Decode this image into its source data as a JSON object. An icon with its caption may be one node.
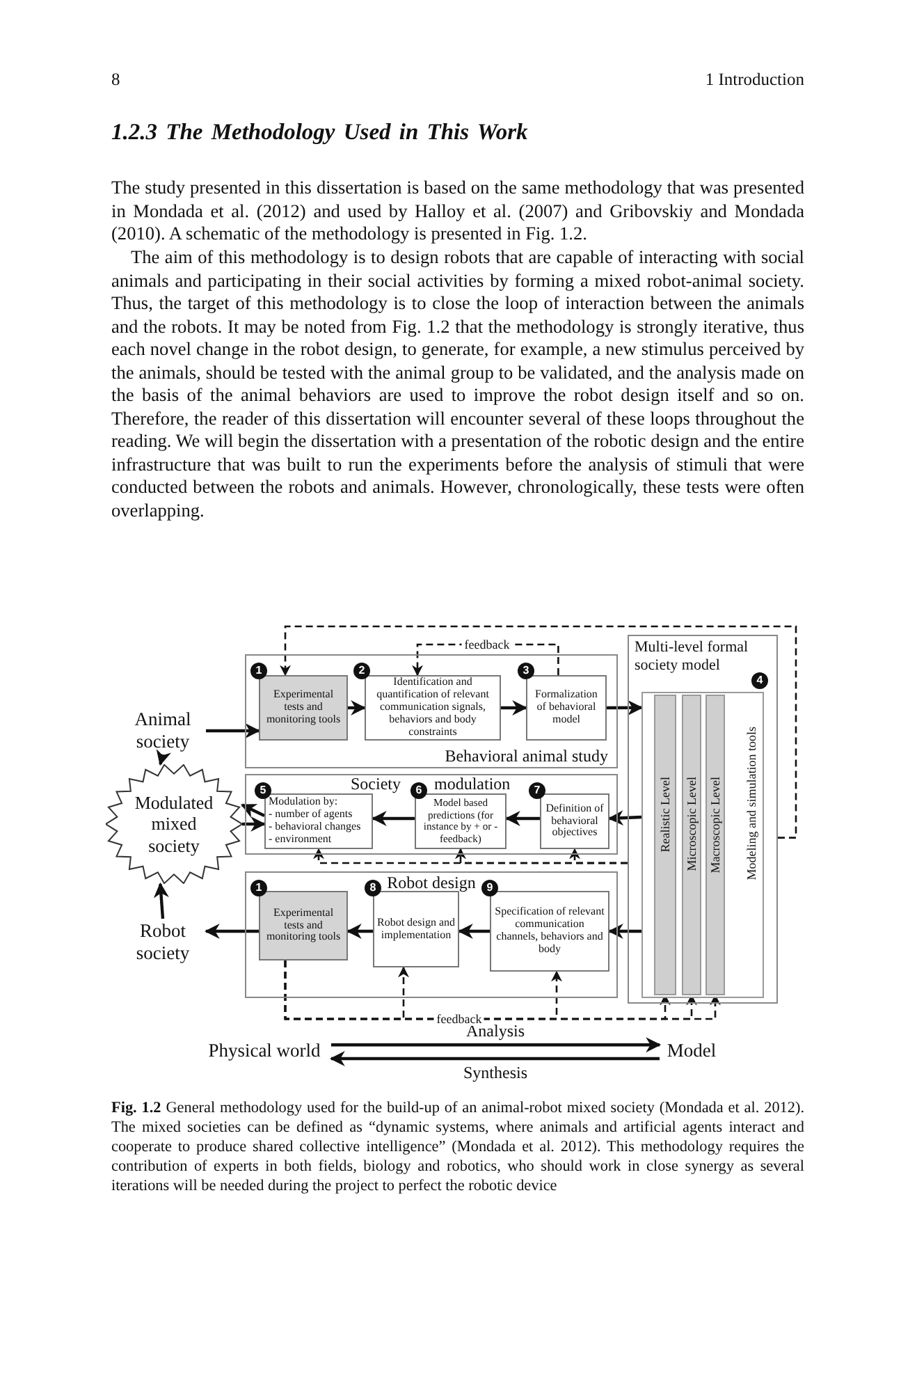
{
  "diagram": {
    "title": "1.2.3 The Methodology Used in This Work",
    "caption": "**Fig. 1.2** General methodology used for the build-up of an animal-robot mixed society (Mondada et al. 2012). The mixed societies can be defined as “dynamic systems, where animals and artificial agents interact and cooperate to produce shared collective intelligence” (Mondada et al. 2012). This methodology requires the contribution of experts in both fields, biology and robotics, who should work in close synergy as several iterations will be needed during the project to perfect the robotic device",
    "nodes": [
      {
        "text": [
          "Animal society"
        ]
      },
      {
        "text": [
          "Modulated mixed society"
        ]
      },
      {
        "text": [
          "Robot society"
        ]
      },
      {
        "text": [
          "Behavioral animal study"
        ]
      },
      {
        "text": [
          "Experimental tests and monitoring tools"
        ],
        "in": 3,
        "beside": [
          "1"
        ]
      },
      {
        "text": [
          "Identification and quantification of relevant communication signals, behaviors and body constraints"
        ],
        "in": 3,
        "beside": [
          "2"
        ]
      },
      {
        "text": [
          "Formalization of behavioral model"
        ],
        "in": 3,
        "beside": [
          "3"
        ]
      },
      {
        "text": [
          "Multi-level formal society model"
        ]
      },
      {
        "text": [
          "Modeling and simulation tools"
        ],
        "in": 7,
        "beside": [
          "4"
        ]
      },
      {
        "text": [
          "Realistic Level"
        ],
        "in": 8
      },
      {
        "text": [
          "Microscopic Level"
        ],
        "in": 8
      },
      {
        "text": [
          "Macroscopic Level"
        ],
        "in": 8
      },
      {
        "text": [
          "Society",
          "modulation"
        ]
      },
      {
        "text": [
          "Modulation by:",
          "- number of agents",
          "- behavioral changes",
          "- environment"
        ],
        "in": 12,
        "beside": [
          "5"
        ]
      },
      {
        "text": [
          "Model based predictions (for instance by + or - feedback)"
        ],
        "in": 12,
        "beside": [
          "6"
        ]
      },
      {
        "text": [
          "Definition of behavioral objectives"
        ],
        "in": 12,
        "beside": [
          "7"
        ]
      },
      {
        "text": [
          "Robot design"
        ]
      },
      {
        "text": [
          "Experimental tests and monitoring tools"
        ],
        "in": 16,
        "beside": [
          "1"
        ]
      },
      {
        "text": [
          "Robot design and implementation"
        ],
        "in": 16,
        "beside": [
          "8"
        ]
      },
      {
        "text": [
          "Specification of relevant communication channels, behaviors and body"
        ],
        "in": 16,
        "beside": [
          "9"
        ]
      },
      {
        "text": [
          "Physical world"
        ]
      },
      {
        "text": [
          "Model"
        ]
      }
    ],
    "edges": [
      {
        "from": 0,
        "to": 4,
        "arrow": "to"
      },
      {
        "from": 0,
        "to": 1,
        "arrow": "to"
      },
      {
        "from": 2,
        "to": 1,
        "arrow": "to"
      },
      {
        "from": 4,
        "to": 5,
        "arrow": "to"
      },
      {
        "from": 5,
        "to": 6,
        "arrow": "to"
      },
      {
        "from": 6,
        "to": 8,
        "arrow": "to"
      },
      {
        "from": 8,
        "to": 15,
        "arrow": "to"
      },
      {
        "from": 15,
        "to": 14,
        "arrow": "to"
      },
      {
        "from": 14,
        "to": 13,
        "arrow": "to"
      },
      {
        "from": 13,
        "to": 1,
        "arrow": "to"
      },
      {
        "from": 1,
        "to": 13,
        "arrow": "to"
      },
      {
        "from": 8,
        "to": 19,
        "arrow": "to"
      },
      {
        "from": 19,
        "to": 18,
        "arrow": "to"
      },
      {
        "from": 18,
        "to": 17,
        "arrow": "to"
      },
      {
        "from": 17,
        "to": 2,
        "arrow": "to"
      },
      {
        "from": 20,
        "to": 21,
        "arrow": "to",
        "label": "Analysis"
      },
      {
        "from": 21,
        "to": 20,
        "arrow": "to",
        "label": "Synthesis"
      },
      {
        "from": 7,
        "to": 4,
        "arrow": "to",
        "style": "dashed"
      },
      {
        "from": 6,
        "to": 5,
        "arrow": "to",
        "style": "dashed",
        "label": "feedback"
      },
      {
        "from": 7,
        "to": 13,
        "arrow": "to",
        "style": "dashed"
      },
      {
        "from": 7,
        "to": 14,
        "arrow": "to",
        "style": "dashed"
      },
      {
        "from": 7,
        "to": 15,
        "arrow": "to",
        "style": "dashed"
      },
      {
        "from": 17,
        "to": 18,
        "arrow": "to",
        "style": "dashed"
      },
      {
        "from": 17,
        "to": 19,
        "arrow": "to",
        "style": "dashed"
      },
      {
        "from": 17,
        "to": 9,
        "arrow": "to",
        "style": "dashed",
        "label": "feedback"
      },
      {
        "from": 17,
        "to": 10,
        "arrow": "to",
        "style": "dashed"
      },
      {
        "from": 17,
        "to": 11,
        "arrow": "to",
        "style": "dashed"
      }
    ],
    "labels": [
      "8",
      "1 Introduction",
      "The study presented in this dissertation is based on the same methodology that was presented in Mondada et al. (2012) and used by Halloy et al. (2007) and Gribovskiy and Mondada (2010). A schematic of the methodology is presented in Fig. 1.2.",
      "The aim of this methodology is to design robots that are capable of interacting with social animals and participating in their social activities by forming a mixed robot-animal society. Thus, the target of this methodology is to close the loop of interaction between the animals and the robots. It may be noted from Fig. 1.2 that the methodology is strongly iterative, thus each novel change in the robot design, to generate, for example, a new stimulus perceived by the animals, should be tested with the animal group to be validated, and the analysis made on the basis of the animal behaviors are used to improve the robot design itself and so on. Therefore, the reader of this dissertation will encounter several of these loops throughout the reading. We will begin the dissertation with a presentation of the robotic design and the entire infrastructure that was built to run the experiments before the analysis of stimuli that were conducted between the robots and animals. However, chronologically, these tests were often overlapping."
    ]
  }
}
